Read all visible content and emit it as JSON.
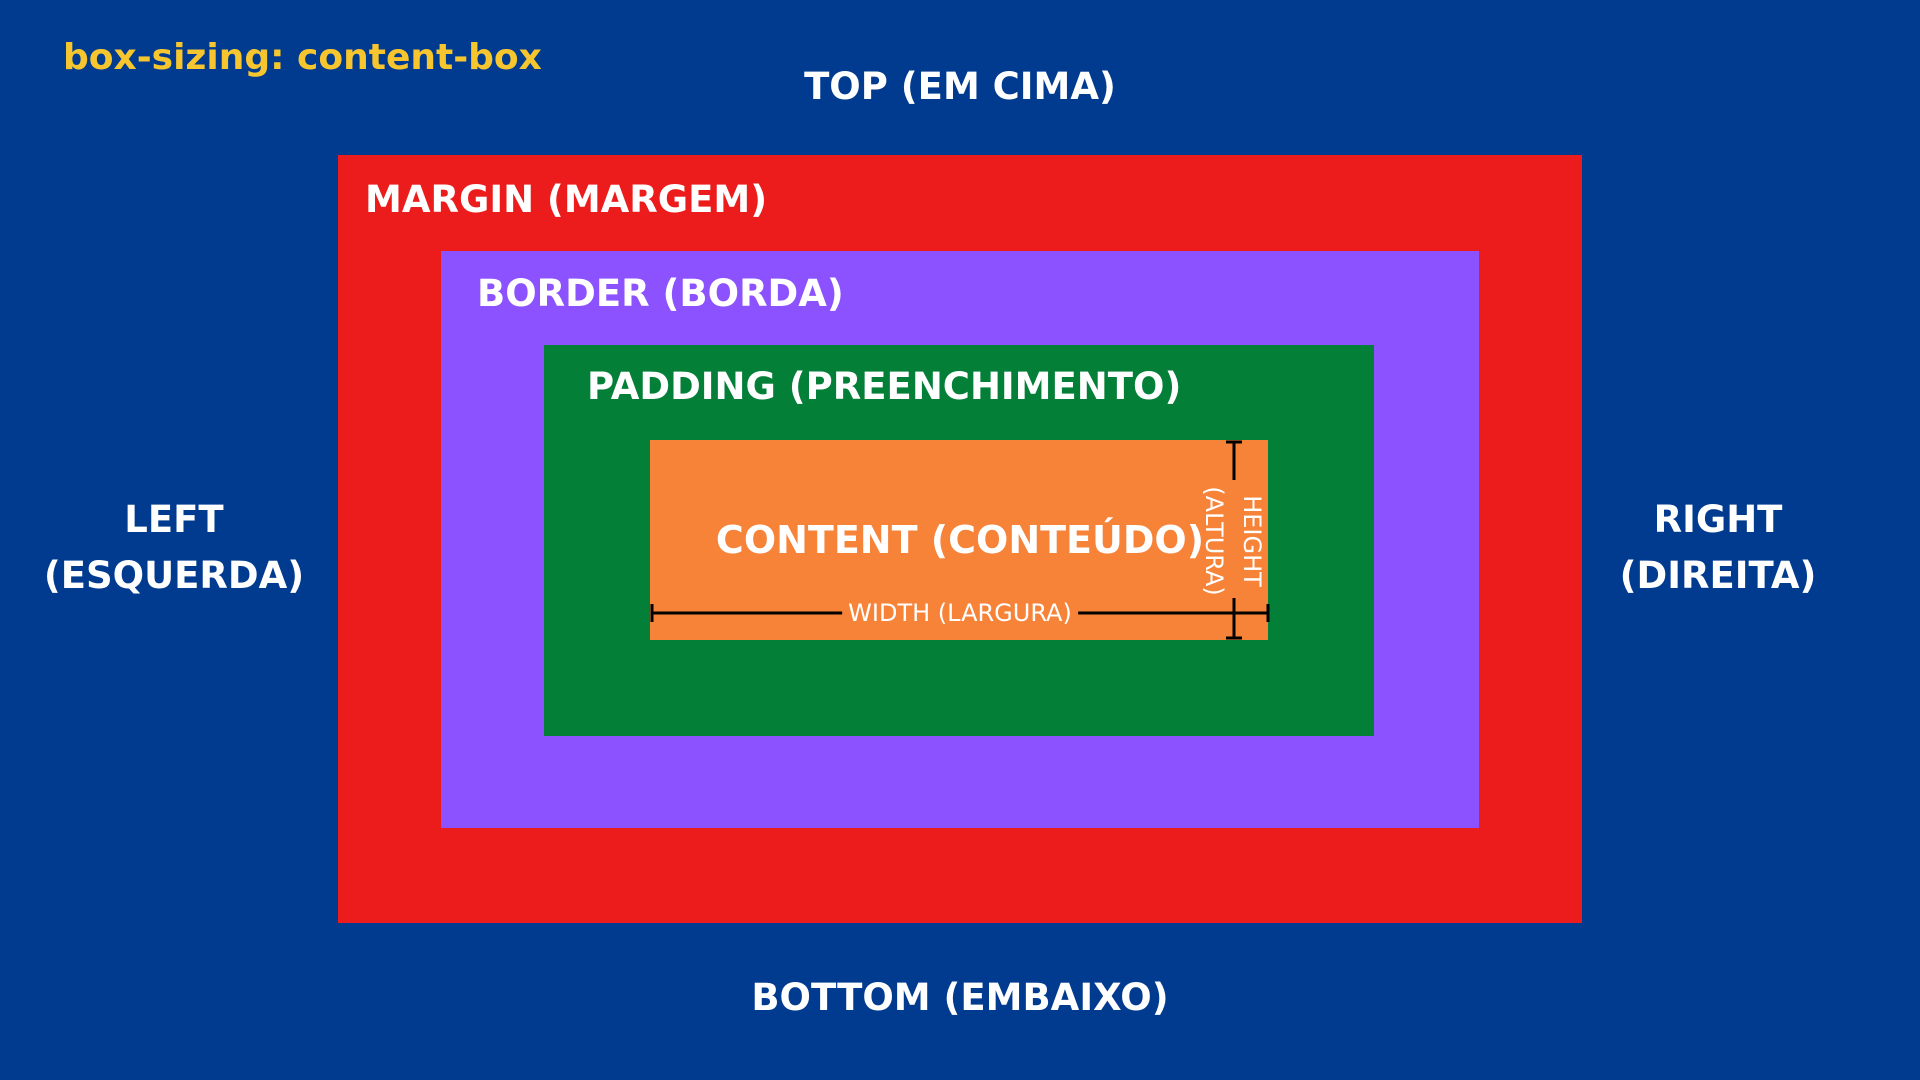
{
  "title": "box-sizing: content-box",
  "sides": {
    "top": "TOP (EM CIMA)",
    "bottom": "BOTTOM (EMBAIXO)",
    "left_line1": "LEFT",
    "left_line2": "(ESQUERDA)",
    "right_line1": "RIGHT",
    "right_line2": "(DIREITA)"
  },
  "layers": {
    "margin": {
      "label": "MARGIN (MARGEM)",
      "color": "#ec1c1c"
    },
    "border": {
      "label": "BORDER (BORDA)",
      "color": "#8c52ff"
    },
    "padding": {
      "label": "PADDING (PREENCHIMENTO)",
      "color": "#037f38"
    },
    "content": {
      "label": "CONTENT (CONTEÚDO)",
      "color": "#f68338"
    }
  },
  "dimensions": {
    "width": "WIDTH (LARGURA)",
    "height": "HEIGHT",
    "height_alt": "(ALTURA)"
  },
  "colors": {
    "background": "#013b90",
    "title": "#f7c62f",
    "text": "#ffffff",
    "dimension_line": "#000000"
  }
}
